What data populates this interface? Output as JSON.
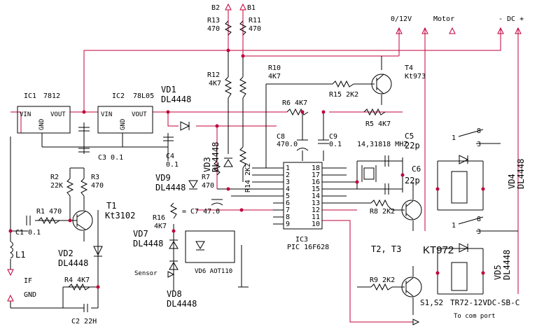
{
  "labels": {
    "b2": "B2",
    "b1": "B1",
    "r13": "R13",
    "r13_value": "470",
    "r11": "R11",
    "r11_value": "470",
    "r12": "R12",
    "r12_value": "4K7",
    "r10": "R10",
    "r10_value": "4K7",
    "r15": "R15 2K2",
    "t4": "T4",
    "t4_part": "Kt973",
    "v012": "0/12V",
    "motor": "Motor",
    "dc": "-  DC  +",
    "ic1": "IC1",
    "ic1_part": "7812",
    "ic2": "IC2",
    "ic2_part": "78L05",
    "vin": "VIN",
    "vout": "VOUT",
    "gnd_pin": "GND",
    "vd1": "VD1",
    "vd1_part": "DL4448",
    "r6": "R6  4K7",
    "r5": "R5  4K7",
    "c8": "C8",
    "c8_value": "470.0",
    "c9": "C9",
    "c9_value": "0.1",
    "crystal": "14,31818 MHZ",
    "c5": "C5",
    "c5_value": "22p",
    "c6": "C6",
    "c6_value": "22p",
    "c3": "C3  0.1",
    "c4": "C4",
    "c4_value": "0.1",
    "r2": "R2",
    "r2_value": "22K",
    "r3": "R3",
    "r3_value": "470",
    "t1": "T1",
    "t1_part": "Kt3102",
    "r1": "R1  470",
    "c1": "C1 0.1",
    "l1": "L1",
    "vd2": "VD2",
    "vd2_part": "DL4448",
    "if": "IF",
    "gnd": "GND",
    "r4": "R4  4K7",
    "c2": "C2  22H",
    "vd3": "VD3",
    "vd3_part": "DL4448",
    "vd9": "VD9",
    "vd9_part": "DL4448",
    "r7": "R7",
    "r7_value": "470",
    "r14": "R14 2K2",
    "c7": "= C7 47.0",
    "r16": "R16",
    "r16_value": "4K7",
    "vd7": "VD7",
    "vd7_part": "DL4448",
    "sensor": "Sensor",
    "vd6": "VD6 AOT110",
    "vd8": "VD8",
    "vd8_part": "DL4448",
    "ic3": "IC3",
    "ic3_part": "PIC 16F628",
    "r8": "R8  2K2",
    "r9": "R9  2K2",
    "t2_t3": "T2, T3",
    "t2_t3_part": "KT972",
    "s1_s2": "S1,S2",
    "relay_part": "TR72-12VDC-SB-C",
    "com_port": "To com port",
    "vd4": "VD4",
    "vd4_part": "DL4448",
    "vd5": "VD5",
    "vd5_part": "DL4448"
  },
  "pins": {
    "l1": "1",
    "l2": "2",
    "l3": "3",
    "l4": "4",
    "l5": "5",
    "l6": "6",
    "l7": "7",
    "l8": "8",
    "l9": "9",
    "r18": "18",
    "r17": "17",
    "r16": "16",
    "r15": "15",
    "r14": "14",
    "r13": "13",
    "r12": "12",
    "r11": "11",
    "r10": "10"
  },
  "relay": {
    "c1": "1",
    "c8": "8",
    "c3": "3"
  },
  "colors": {
    "wire": "#000000",
    "power_rail": "#c0003a",
    "background": "#ffffff"
  }
}
